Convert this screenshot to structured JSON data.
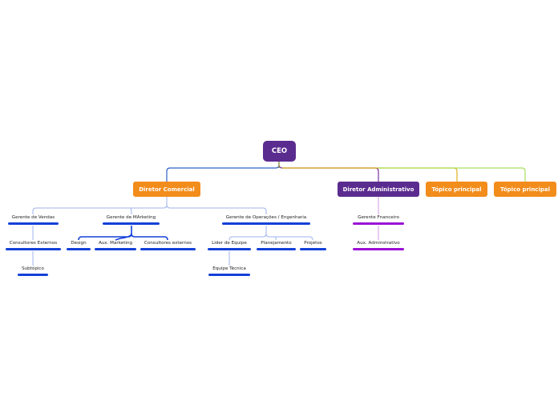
{
  "root": {
    "label": "CEO"
  },
  "topics": {
    "comercial": {
      "label": "Diretor Comercial",
      "vendas": "Gerente de Vendas",
      "consultores_externos": "Consultores Externos",
      "subtopico": "Subtópico",
      "marketing": "Gerente de MArketing",
      "design": "Design",
      "aux_marketing": "Aux. Marketing",
      "consultores_externos_mkt": "Consultores externos",
      "operacoes": "Gerente de Operações / Engenharia",
      "lider_equipe": "Lider de Equipe",
      "equipe_tecnica": "Equipe Técnica",
      "planejamento": "Planejamento",
      "projetos": "Projetos"
    },
    "administrativo": {
      "label": "Diretor Administrativo",
      "financeiro": "Gerente Fnanceiro",
      "aux_administrativo": "Aux. Adminstrativo"
    },
    "topico1": {
      "label": "Tópico principal"
    },
    "topico2": {
      "label": "Tópico principal"
    }
  },
  "colors": {
    "root": "#5b2c8f",
    "orange_topic": "#f28c1b",
    "purple_topic": "#5b2c8f",
    "blue_branch": "#1440d8",
    "violet_branch": "#9b10d6"
  }
}
